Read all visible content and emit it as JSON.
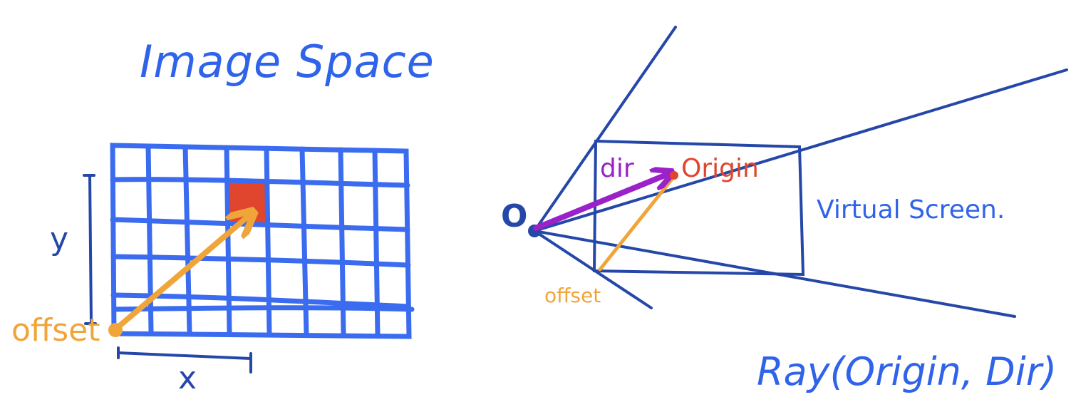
{
  "colors": {
    "grid_blue": "#3b6cf0",
    "navy": "#2447a8",
    "orange": "#f0a53a",
    "red": "#e0452e",
    "purple": "#9b22c8",
    "text_blue": "#2f63ea"
  },
  "left_panel": {
    "title": "Image Space",
    "y_label": "y",
    "x_label": "x",
    "offset_label": "offset",
    "grid": {
      "columns": 8,
      "rows": 5
    }
  },
  "right_panel": {
    "origin_point_label": "O",
    "dir_label": "dir",
    "origin_label": "Origin",
    "offset_label": "offset",
    "screen_label": "Virtual Screen.",
    "caption": "Ray(Origin, Dir)"
  }
}
